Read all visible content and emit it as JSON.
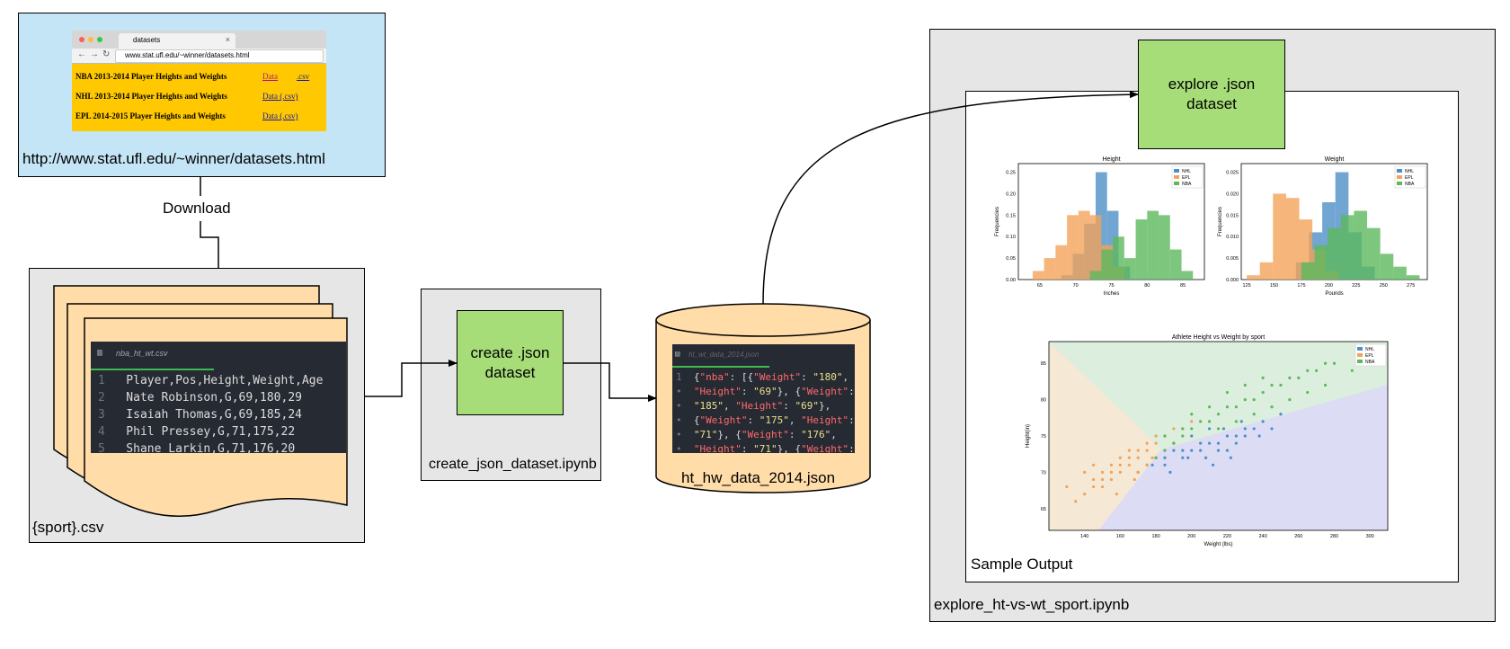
{
  "source": {
    "url_label": "http://www.stat.ufl.edu/~winner/datasets.html",
    "browser": {
      "tab_title": "datasets",
      "address": "www.stat.ufl.edu/~winner/datasets.html",
      "rows": [
        {
          "title": "NBA 2013-2014 Player Heights and Weights",
          "links": [
            "Data",
            ".csv"
          ]
        },
        {
          "title": "NHL 2013-2014 Player Heights and Weights",
          "links": [
            "Data (.csv)"
          ]
        },
        {
          "title": "EPL 2014-2015 Player Heights and Weights",
          "links": [
            "Data (.csv)"
          ]
        }
      ]
    }
  },
  "download_label": "Download",
  "csv": {
    "label": "{sport}.csv",
    "file_tab": "nba_ht_wt.csv",
    "lines": [
      {
        "n": "1",
        "text": "Player,Pos,Height,Weight,Age"
      },
      {
        "n": "2",
        "text": "Nate Robinson,G,69,180,29"
      },
      {
        "n": "3",
        "text": "Isaiah Thomas,G,69,185,24"
      },
      {
        "n": "4",
        "text": "Phil Pressey,G,71,175,22"
      },
      {
        "n": "5",
        "text": "Shane Larkin,G,71,176,20"
      }
    ]
  },
  "create": {
    "box_label": "create .json dataset",
    "notebook": "create_json_dataset.ipynb"
  },
  "json_db": {
    "label": "ht_hw_data_2014.json",
    "file_tab": "ht_wt_data_2014.json",
    "lines": [
      {
        "n": "1",
        "text": "{\"nba\": [{\"Weight\": \"180\","
      },
      {
        "n": "",
        "text": "\"Height\": \"69\"}, {\"Weight\":"
      },
      {
        "n": "",
        "text": "\"185\", \"Height\": \"69\"},"
      },
      {
        "n": "",
        "text": "{\"Weight\": \"175\", \"Height\":"
      },
      {
        "n": "",
        "text": "\"71\"}, {\"Weight\": \"176\","
      },
      {
        "n": "",
        "text": "\"Height\": \"71\"}, {\"Weight\":"
      }
    ]
  },
  "explore": {
    "box_label": "explore .json dataset",
    "notebook": "explore_ht-vs-wt_sport.ipynb",
    "sample_label": "Sample Output"
  },
  "colors": {
    "nhl": "#4e8fc7",
    "epl": "#f2a25a",
    "nba": "#5cb85c",
    "green_box": "#a6dd78",
    "gray_box": "#e6e6e6",
    "file": "#ffdca8",
    "browser_bg": "#c3e5f6"
  },
  "chart_data": [
    {
      "type": "bar",
      "title": "Height",
      "xlabel": "Inches",
      "ylabel": "Frequencies",
      "xlim": [
        62,
        88
      ],
      "ylim": [
        0,
        0.27
      ],
      "x_ticks": [
        "65",
        "70",
        "75",
        "80",
        "85"
      ],
      "y_ticks": [
        "0.00",
        "0.05",
        "0.10",
        "0.15",
        "0.20",
        "0.25"
      ],
      "legend": "top-right",
      "bin_width": 1.6,
      "series": [
        {
          "name": "NHL",
          "bins": [
            [
              68,
              0.01
            ],
            [
              69.6,
              0.06
            ],
            [
              71.2,
              0.13
            ],
            [
              72.8,
              0.25
            ],
            [
              74.4,
              0.16
            ],
            [
              76,
              0.03
            ]
          ]
        },
        {
          "name": "EPL",
          "bins": [
            [
              64,
              0.02
            ],
            [
              65.6,
              0.05
            ],
            [
              67.2,
              0.08
            ],
            [
              68.8,
              0.15
            ],
            [
              70.4,
              0.16
            ],
            [
              72,
              0.15
            ],
            [
              73.6,
              0.08
            ],
            [
              75.2,
              0.03
            ]
          ]
        },
        {
          "name": "NBA",
          "bins": [
            [
              72,
              0.02
            ],
            [
              73.6,
              0.07
            ],
            [
              75.2,
              0.1
            ],
            [
              76.8,
              0.05
            ],
            [
              78.4,
              0.14
            ],
            [
              80,
              0.16
            ],
            [
              81.6,
              0.15
            ],
            [
              83.2,
              0.07
            ],
            [
              84.8,
              0.02
            ]
          ]
        }
      ]
    },
    {
      "type": "bar",
      "title": "Weight",
      "xlabel": "Pounds",
      "ylabel": "Frequencies",
      "xlim": [
        120,
        290
      ],
      "ylim": [
        0,
        0.027
      ],
      "x_ticks": [
        "125",
        "150",
        "175",
        "200",
        "225",
        "250",
        "275"
      ],
      "y_ticks": [
        "0.000",
        "0.005",
        "0.010",
        "0.015",
        "0.020",
        "0.025"
      ],
      "legend": "top-right",
      "bin_width": 12,
      "series": [
        {
          "name": "NHL",
          "bins": [
            [
              170,
              0.004
            ],
            [
              182,
              0.011
            ],
            [
              194,
              0.018
            ],
            [
              206,
              0.025
            ],
            [
              218,
              0.011
            ],
            [
              230,
              0.003
            ]
          ]
        },
        {
          "name": "EPL",
          "bins": [
            [
              125,
              0.001
            ],
            [
              137,
              0.004
            ],
            [
              149,
              0.02
            ],
            [
              161,
              0.019
            ],
            [
              173,
              0.014
            ],
            [
              185,
              0.007
            ],
            [
              197,
              0.002
            ]
          ]
        },
        {
          "name": "NBA",
          "bins": [
            [
              175,
              0.004
            ],
            [
              187,
              0.008
            ],
            [
              199,
              0.012
            ],
            [
              211,
              0.015
            ],
            [
              223,
              0.016
            ],
            [
              235,
              0.012
            ],
            [
              247,
              0.006
            ],
            [
              259,
              0.003
            ],
            [
              271,
              0.001
            ]
          ]
        }
      ]
    },
    {
      "type": "scatter",
      "title": "Athlete Height vs Weight by sport",
      "xlabel": "Weight (lbs)",
      "ylabel": "Height(in)",
      "xlim": [
        120,
        310
      ],
      "ylim": [
        62,
        88
      ],
      "x_ticks": [
        "140",
        "160",
        "180",
        "200",
        "220",
        "240",
        "260",
        "280",
        "300"
      ],
      "y_ticks": [
        "65",
        "70",
        "75",
        "80",
        "85"
      ],
      "legend": "top-right",
      "series": [
        {
          "name": "NHL",
          "points": [
            [
              170,
              70
            ],
            [
              175,
              71
            ],
            [
              180,
              72
            ],
            [
              185,
              72
            ],
            [
              190,
              73
            ],
            [
              195,
              73
            ],
            [
              200,
              73
            ],
            [
              205,
              74
            ],
            [
              210,
              74
            ],
            [
              215,
              74
            ],
            [
              220,
              75
            ],
            [
              225,
              75
            ],
            [
              230,
              76
            ],
            [
              235,
              76
            ],
            [
              240,
              77
            ],
            [
              185,
              71
            ],
            [
              195,
              72
            ],
            [
              205,
              73
            ],
            [
              215,
              73
            ],
            [
              225,
              74
            ],
            [
              200,
              75
            ],
            [
              210,
              76
            ],
            [
              190,
              74
            ],
            [
              220,
              73
            ],
            [
              230,
              75
            ],
            [
              178,
              71
            ],
            [
              188,
              70
            ],
            [
              198,
              72
            ],
            [
              208,
              72
            ],
            [
              218,
              76
            ],
            [
              228,
              77
            ],
            [
              238,
              75
            ],
            [
              250,
              78
            ],
            [
              212,
              71
            ],
            [
              222,
              72
            ],
            [
              245,
              76
            ]
          ]
        },
        {
          "name": "EPL",
          "points": [
            [
              135,
              66
            ],
            [
              140,
              67
            ],
            [
              145,
              68
            ],
            [
              150,
              68
            ],
            [
              150,
              69
            ],
            [
              155,
              69
            ],
            [
              155,
              70
            ],
            [
              160,
              70
            ],
            [
              160,
              71
            ],
            [
              165,
              71
            ],
            [
              165,
              72
            ],
            [
              170,
              72
            ],
            [
              170,
              73
            ],
            [
              175,
              73
            ],
            [
              175,
              74
            ],
            [
              180,
              74
            ],
            [
              180,
              75
            ],
            [
              185,
              75
            ],
            [
              190,
              76
            ],
            [
              145,
              69
            ],
            [
              150,
              70
            ],
            [
              155,
              71
            ],
            [
              160,
              72
            ],
            [
              165,
              73
            ],
            [
              170,
              70
            ],
            [
              175,
              71
            ],
            [
              140,
              70
            ],
            [
              145,
              71
            ],
            [
              195,
              76
            ],
            [
              200,
              77
            ],
            [
              130,
              68
            ],
            [
              158,
              67
            ],
            [
              168,
              69
            ],
            [
              178,
              72
            ],
            [
              185,
              73
            ],
            [
              190,
              74
            ]
          ]
        },
        {
          "name": "NBA",
          "points": [
            [
              180,
              72
            ],
            [
              185,
              73
            ],
            [
              190,
              74
            ],
            [
              195,
              75
            ],
            [
              200,
              76
            ],
            [
              205,
              77
            ],
            [
              210,
              77
            ],
            [
              215,
              78
            ],
            [
              220,
              79
            ],
            [
              225,
              79
            ],
            [
              230,
              80
            ],
            [
              235,
              80
            ],
            [
              240,
              81
            ],
            [
              245,
              82
            ],
            [
              250,
              82
            ],
            [
              255,
              83
            ],
            [
              260,
              83
            ],
            [
              265,
              84
            ],
            [
              270,
              84
            ],
            [
              275,
              85
            ],
            [
              280,
              85
            ],
            [
              290,
              84
            ],
            [
              200,
              78
            ],
            [
              210,
              79
            ],
            [
              220,
              81
            ],
            [
              230,
              82
            ],
            [
              240,
              83
            ],
            [
              215,
              76
            ],
            [
              225,
              77
            ],
            [
              235,
              78
            ],
            [
              245,
              79
            ],
            [
              255,
              80
            ],
            [
              265,
              81
            ],
            [
              275,
              82
            ],
            [
              185,
              75
            ],
            [
              195,
              76
            ]
          ]
        }
      ]
    }
  ]
}
